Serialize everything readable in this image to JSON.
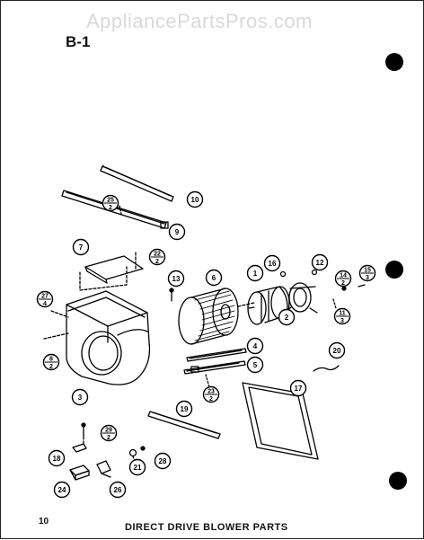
{
  "watermark": "AppliancePartsPros.com",
  "section_label": "B-1",
  "page_number": "10",
  "caption": "DIRECT DRIVE BLOWER PARTS",
  "callouts": [
    {
      "id": "10",
      "label": "10"
    },
    {
      "id": "25-2",
      "label": "25",
      "sub": "2"
    },
    {
      "id": "9",
      "label": "9"
    },
    {
      "id": "7",
      "label": "7"
    },
    {
      "id": "22-2",
      "label": "22",
      "sub": "2"
    },
    {
      "id": "27-4",
      "label": "27",
      "sub": "4"
    },
    {
      "id": "13",
      "label": "13"
    },
    {
      "id": "6",
      "label": "6"
    },
    {
      "id": "1",
      "label": "1"
    },
    {
      "id": "16",
      "label": "16"
    },
    {
      "id": "12",
      "label": "12"
    },
    {
      "id": "14-2",
      "label": "14",
      "sub": "2"
    },
    {
      "id": "15-3",
      "label": "15",
      "sub": "3"
    },
    {
      "id": "2",
      "label": "2"
    },
    {
      "id": "11-3",
      "label": "11",
      "sub": "3"
    },
    {
      "id": "8-2",
      "label": "8",
      "sub": "2"
    },
    {
      "id": "4",
      "label": "4"
    },
    {
      "id": "5",
      "label": "5"
    },
    {
      "id": "20",
      "label": "20"
    },
    {
      "id": "3",
      "label": "3"
    },
    {
      "id": "23-2",
      "label": "23",
      "sub": "2"
    },
    {
      "id": "17",
      "label": "17"
    },
    {
      "id": "18",
      "label": "18"
    },
    {
      "id": "29-2",
      "label": "29",
      "sub": "2"
    },
    {
      "id": "19",
      "label": "19"
    },
    {
      "id": "21",
      "label": "21"
    },
    {
      "id": "28",
      "label": "28"
    },
    {
      "id": "24",
      "label": "24"
    },
    {
      "id": "26",
      "label": "26"
    }
  ]
}
